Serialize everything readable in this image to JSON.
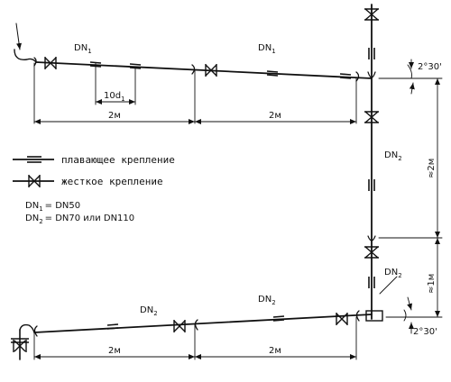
{
  "pipe_labels": {
    "dn1_main": "DN",
    "dn1_sub": "1",
    "dn2_main": "DN",
    "dn2_sub": "2"
  },
  "dimensions": {
    "two_m": "2м",
    "ten_d_main": "10d",
    "ten_d_sub": "1",
    "approx_two_m": "≈2м",
    "approx_one_m": "≈1м"
  },
  "slope": {
    "top": "2°30'",
    "bottom": "2°30'"
  },
  "legend": {
    "floating": "плавающее крепление",
    "rigid": "жесткое крепление"
  },
  "notes": {
    "dn1_eq": "= DN50",
    "dn2_eq": "= DN70 или DN110"
  },
  "colors": {
    "stroke": "#111111",
    "background": "#ffffff"
  }
}
